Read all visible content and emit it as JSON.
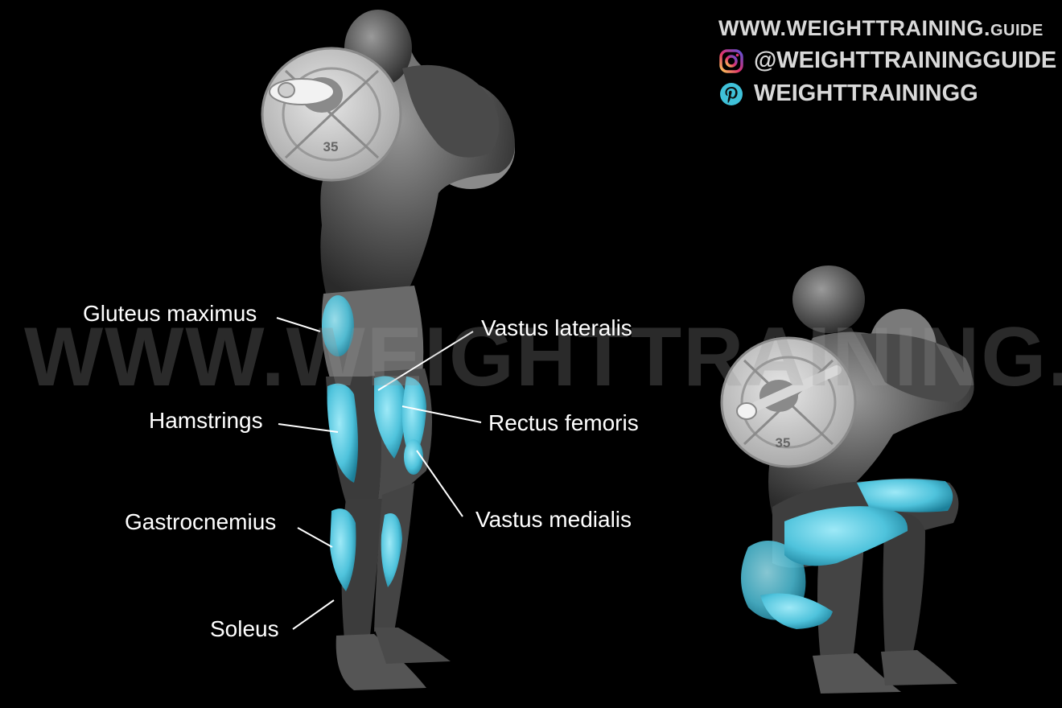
{
  "watermark": "WWW.WEIGHTTRAINING.GUIDE",
  "brand": {
    "site_main": "WWW.WEIGHTTRAINING.",
    "site_suffix": "GUIDE",
    "instagram_handle": "@WEIGHTTRAININGGUIDE",
    "pinterest_handle": "WEIGHTTRAININGG",
    "instagram_icon": "instagram-icon",
    "pinterest_icon": "pinterest-icon"
  },
  "plates": {
    "weight_label": "35"
  },
  "muscle_labels": {
    "gluteus_maximus": "Gluteus maximus",
    "hamstrings": "Hamstrings",
    "gastrocnemius": "Gastrocnemius",
    "soleus": "Soleus",
    "vastus_lateralis": "Vastus lateralis",
    "rectus_femoris": "Rectus femoris",
    "vastus_medialis": "Vastus medialis"
  },
  "colors": {
    "background": "#000000",
    "muscle_highlight": "#4fc3dc",
    "body_gray": "#7a7a7a",
    "plate_gray": "#c8c8c8",
    "label_text": "#ffffff"
  }
}
